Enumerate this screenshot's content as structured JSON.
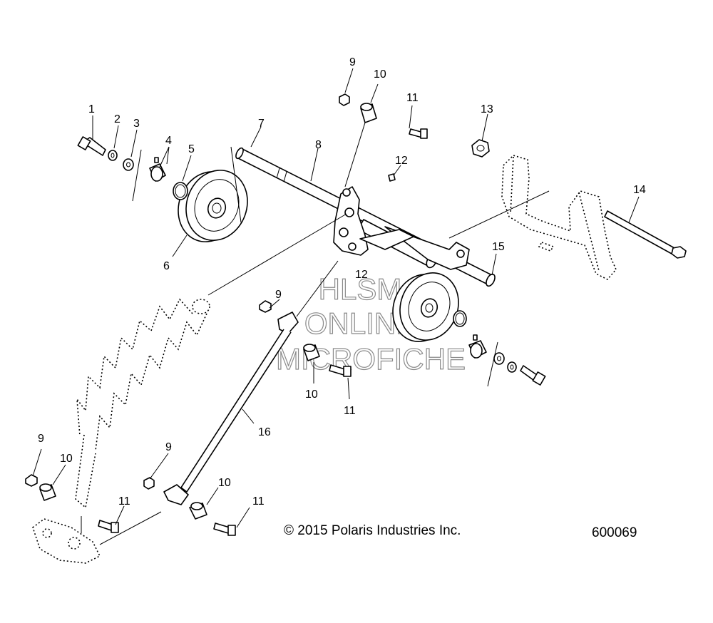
{
  "watermark": {
    "line1": "HLSM",
    "line2": "ONLINE",
    "line3": "MICROFICHE"
  },
  "copyright": "© 2015 Polaris Industries Inc.",
  "figure_number": "600069",
  "callouts": {
    "c1": "1",
    "c2": "2",
    "c3": "3",
    "c4": "4",
    "c5": "5",
    "c6": "6",
    "c7": "7",
    "c8": "8",
    "c9a": "9",
    "c10a": "10",
    "c11a": "11",
    "c12a": "12",
    "c13": "13",
    "c14": "14",
    "c15": "15",
    "c12b": "12",
    "c9b": "9",
    "c10b": "10",
    "c11b": "11",
    "c16": "16",
    "c9c": "9",
    "c10c": "10",
    "c9d": "9",
    "c11c": "11",
    "c10d": "10",
    "c11d": "11"
  }
}
